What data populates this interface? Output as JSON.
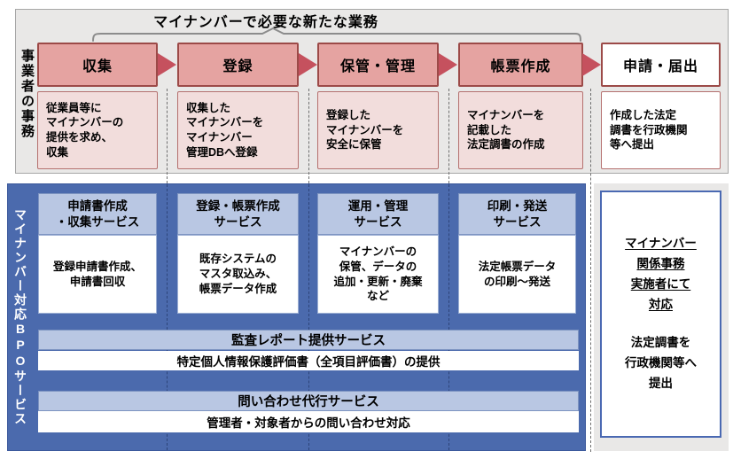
{
  "header": {
    "title": "マイナンバーで必要な新たな業務"
  },
  "left_rail": {
    "top_label": "事業者の事務",
    "bpo_label_part1": "マイナンバー対応",
    "bpo_label_part2": "BPO",
    "bpo_label_part3": "サービス"
  },
  "flow_columns": [
    {
      "title": "収集",
      "desc": "従業員等に\nマイナンバーの\n提供を求め、\n収集"
    },
    {
      "title": "登録",
      "desc": "収集した\nマイナンバーを\nマイナンバー\n管理DBへ登録"
    },
    {
      "title": "保管・管理",
      "desc": "登録した\nマイナンバーを\n安全に保管"
    },
    {
      "title": "帳票作成",
      "desc": "マイナンバーを\n記載した\n法定調書の作成"
    },
    {
      "title": "申請・届出",
      "desc": "作成した法定\n調書を行政機関\n等へ提出"
    }
  ],
  "bpo_services": [
    {
      "title": "申請書作成\n・収集サービス",
      "desc": "登録申請書作成、\n申請書回収"
    },
    {
      "title": "登録・帳票作成\nサービス",
      "desc": "既存システムの\nマスタ取込み、\n帳票データ作成"
    },
    {
      "title": "運用・管理\nサービス",
      "desc": "マイナンバーの\n保管、データの\n追加・更新・廃棄\nなど"
    },
    {
      "title": "印刷・発送\nサービス",
      "desc": "法定帳票データ\nの印刷～発送"
    }
  ],
  "bpo_bars": [
    {
      "title": "監査レポート提供サービス",
      "desc": "特定個人情報保護評価書（全項目評価書）の提供"
    },
    {
      "title": "問い合わせ代行サービス",
      "desc": "管理者・対象者からの問い合わせ対応"
    }
  ],
  "right_panel": {
    "underlined_text": "マイナンバー\n関係事務\n実施者にて\n対応",
    "text": "法定調書を\n行政機関等へ\n提出"
  },
  "colors": {
    "flow_header_fill": "#e5a3a1",
    "flow_border": "#9c4a48",
    "flow_desc_fill": "#f2dddc",
    "arrow": "#c5515e",
    "panel_fill": "#4b6aad",
    "service_header_fill": "#b9c7e3",
    "section_bg": "#e9e8e7",
    "right_box_border": "#4a69b2",
    "dashed_line": "#6f6f6f"
  }
}
